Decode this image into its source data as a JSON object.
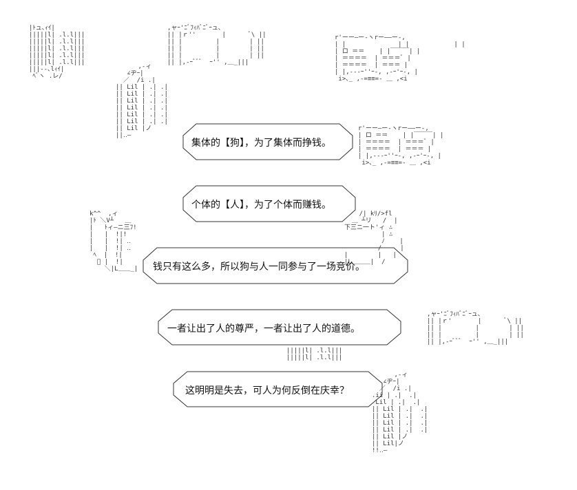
{
  "captions": [
    "集体的【狗】，为了集体而挣钱。",
    "个体的【人】，为了个体而赚钱。",
    "钱只有这么多，所以狗与人一同参与了一场竞价。",
    "一者让出了人的尊严，一者让出了人的道德。",
    "这明明是失去，可人为何反倒在庆幸？"
  ],
  "art": {
    "top_left_cards": "|ﾄュ､ｨｲ|\n|||||l| .l.l|||\n|||||l| .l.l|||\n|||||l| .l.l|||\n|||||l| .l.l|||\n|||||l| .l.l|||\n|||--､lｨｲ|\n ﾍﾞヽ .レ/",
    "top_center_book": ",ャｰ'ﾆﾞﾌｨﾊﾞﾆﾞｰュ､\n|| |ｒ''       |      ﾞ\\ ||\n|| |         |        | ||\n|| |         |        | ||\n|| |         |        | ||\n|| |,‐ｰﾞﾞﾞ  ｰ'' ,＿_|||",
    "left_cards_stack": "      ,-ィ\n   ∠ヂｰ|\n  ／  /i .|\n|| Lil | .| .|\n|| Lil | .| .|\n|| Lil | .| .|\n|| Lil | .| .|\n|| Lil | .| .|\n|| Lil | .| .|\n|| Lil |ノ\n||‥―",
    "top_right_open_book": "r'ーー―ー‐ヽrー――ー‐,\n| |              | |            | |\n| ロ ＝＝    | |￣￣￣| |\n| ＝＝＝＝  | ＝＝＝ﾞ |\n| ＝＝＝＝  | ＝＝＝ |\n| |,--‐ｰ''ｰ-, ,‐ｰ'ｰ‐, |\n i>､_ ,-=≡≡=‐ ＿ ,<i",
    "mid_right_open_book": "r'ーー―ー‐ヽrー――ー‐,\n| ロ ＝＝    | |￣￣￣| |\n| ＝＝＝＝  | ＝＝＝ﾞ |\n| ＝＝＝＝  | ＝＝＝ |\n| |,--‐ｰ''ｰ-, ,‐ｰ'ｰ‐, |\n i>､_ ,-=≡≡=‐ ＿ ,<i",
    "left_hand": "k^^  ,ィ\n|ﾄ ＼V┴   ＿\n|   ﾄィ―ニ三ﾌ!\n|   |  !|!\n|   |  !| ‥\n|   |  !| ‥\n ﾍ  |  !|\n  ﾞ |  !|\n    ＼|L＿＿_|",
    "right_hand": "    /| kﾘ/>fl\n  ＿ ┴リ   /  |\n下三ニ一ト'ィ ∴\n          | ∴\n          ﾉ    |\n         /     |\n|        |   |\n|L＿＿＿|  /",
    "center_pillars": "|||||l| .l.l|||\n|||||l| .l.l|||",
    "bottom_right_book": ",ャｰ'ﾆﾞﾌｨﾊﾞﾆﾞｰュ､\n|| |ｒ'       |      ﾞ\\ ||\n|| |         |        | ||\n|| |         |        | ||\n|| |,‐ｰﾞﾞﾞ  ｰ'' ,＿_|||",
    "bottom_right_cards": "      ,-ィ\n   ∠ヂｰ|\n  ／  /i .|\n.ii | .|  .|\n Lil | .|  .|\n|| Lil | .|  .|\n|| Lil | .|  .|\n|| Lil | .|  .|\n|| Lil | .|  .|\n|| Lil |ノ\n|| Lil|ノ\n!!‥―"
  }
}
